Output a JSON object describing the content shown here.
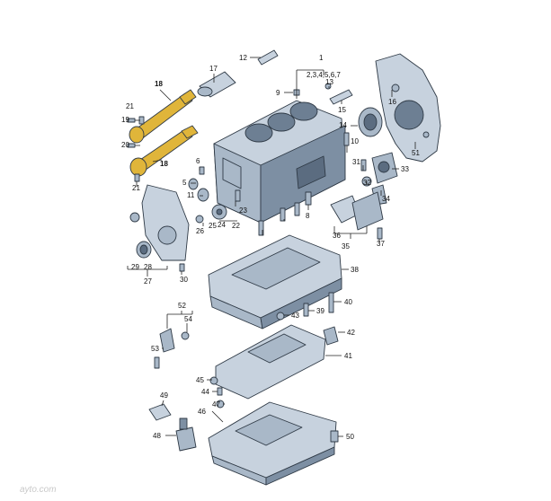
{
  "callouts": {
    "c1": "1",
    "c1b": "2,3,4,5,6,7",
    "c8": "8",
    "c9": "9",
    "c5": "5",
    "c6": "6",
    "c10": "10",
    "c11": "11",
    "c12": "12",
    "c13": "13",
    "c14": "14",
    "c15": "15",
    "c16": "16",
    "c17": "17",
    "c18a": "18",
    "c18b": "18",
    "c19": "19",
    "c20": "20",
    "c21a": "21",
    "c21b": "21",
    "c22": "22",
    "c23": "23",
    "c24": "24",
    "c25": "25",
    "c26": "26",
    "c27": "27",
    "c28": "28",
    "c29": "29",
    "c30": "30",
    "c31": "31",
    "c32": "32",
    "c33": "33",
    "c34": "34",
    "c35": "35",
    "c36": "36",
    "c37": "37",
    "c38": "38",
    "c39": "39",
    "c40": "40",
    "c41": "41",
    "c42": "42",
    "c43": "43",
    "c44": "44",
    "c45": "45",
    "c46": "46",
    "c47": "47",
    "c48": "48",
    "c49": "49",
    "c50": "50",
    "c51": "51",
    "c52": "52",
    "c53": "53",
    "c54": "54"
  },
  "watermark": "ayto.com"
}
